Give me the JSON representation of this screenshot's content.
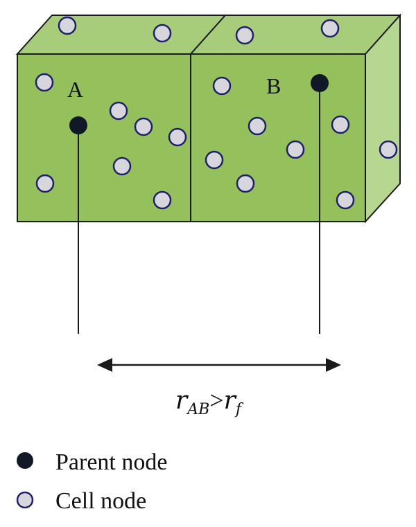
{
  "labels": {
    "a": "A",
    "b": "B"
  },
  "distance": {
    "r": "r",
    "sub1": "AB",
    "gt": ">",
    "r2": "r",
    "sub2": "f"
  },
  "legend": {
    "parent": "Parent node",
    "cell": "Cell node"
  },
  "colors": {
    "front_face": "#95c15c",
    "top_face": "#a8cd7a",
    "side_face": "#b6d78f",
    "edge": "#1a1a1a",
    "parent_node": "#111827",
    "cell_node_fill": "#d6d6dc",
    "cell_node_stroke": "#1f1f6a"
  }
}
